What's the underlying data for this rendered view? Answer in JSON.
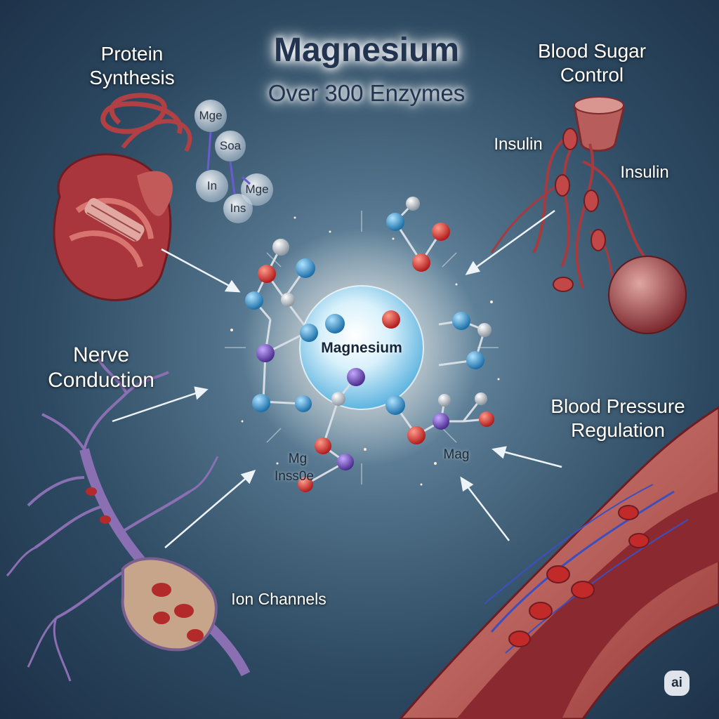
{
  "header": {
    "title": "Magnesium",
    "subtitle": "Over 300 Enzymes"
  },
  "center": {
    "label": "Magnesium"
  },
  "sections": {
    "protein_synthesis": {
      "line1": "Protein",
      "line2": "Synthesis"
    },
    "blood_sugar_control": {
      "line1": "Blood Sugar",
      "line2": "Control"
    },
    "nerve_conduction": {
      "line1": "Nerve",
      "line2": "Conduction"
    },
    "blood_pressure_regulation": {
      "line1": "Blood Pressure",
      "line2": "Regulation"
    },
    "ion_channels": {
      "label": "Ion Channels"
    }
  },
  "insulin_labels": [
    "Insulin",
    "Insulin"
  ],
  "protein_bubbles": [
    "Mge",
    "Soa",
    "In",
    "Mge",
    "Ins"
  ],
  "molecule_labels": {
    "mg": "Mg",
    "inso": "Inss0e",
    "mag": "Mag"
  },
  "badge": {
    "text": "ai"
  },
  "colors": {
    "background_center": "#7fa2b8",
    "background_edge": "#1c3047",
    "tissue_red": "#b5454a",
    "atom_blue": "#2f8fc9",
    "atom_red": "#d8302e",
    "atom_purple": "#6b4ab0",
    "atom_gray": "#cfd4da",
    "neuron_purple": "#8b6fb3"
  }
}
